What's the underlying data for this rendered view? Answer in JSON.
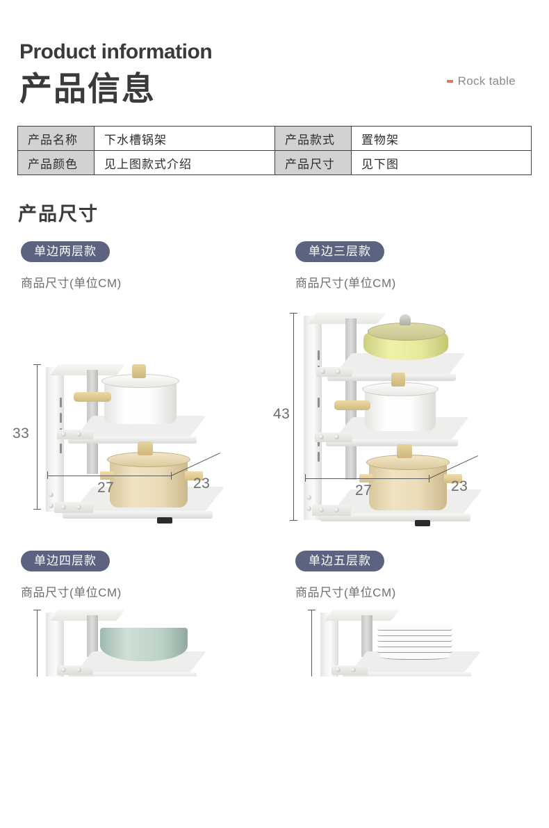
{
  "header": {
    "title_en": "Product information",
    "title_cn": "产品信息",
    "brand_label": "Rock table",
    "brand_accent_color": "#d9795e"
  },
  "spec_table": {
    "rows": [
      [
        {
          "label": "产品名称",
          "value": "下水槽锅架"
        },
        {
          "label": "产品款式",
          "value": "置物架"
        }
      ],
      [
        {
          "label": "产品颜色",
          "value": "见上图款式介绍"
        },
        {
          "label": "产品尺寸",
          "value": "见下图"
        }
      ]
    ],
    "label_bg_color": "#d2d2d2",
    "border_color": "#3f3f3f"
  },
  "dimensions_section": {
    "heading": "产品尺寸",
    "badge_color": "#5c6380",
    "variants": [
      {
        "badge": "单边两层款",
        "unit_note": "商品尺寸(单位CM)",
        "height": "33",
        "width": "27",
        "depth": "23",
        "tiers": 2
      },
      {
        "badge": "单边三层款",
        "unit_note": "商品尺寸(单位CM)",
        "height": "43",
        "width": "27",
        "depth": "23",
        "tiers": 3
      },
      {
        "badge": "单边四层款",
        "unit_note": "商品尺寸(单位CM)",
        "tiers": 4
      },
      {
        "badge": "单边五层款",
        "unit_note": "商品尺寸(单位CM)",
        "tiers": 5
      }
    ]
  }
}
